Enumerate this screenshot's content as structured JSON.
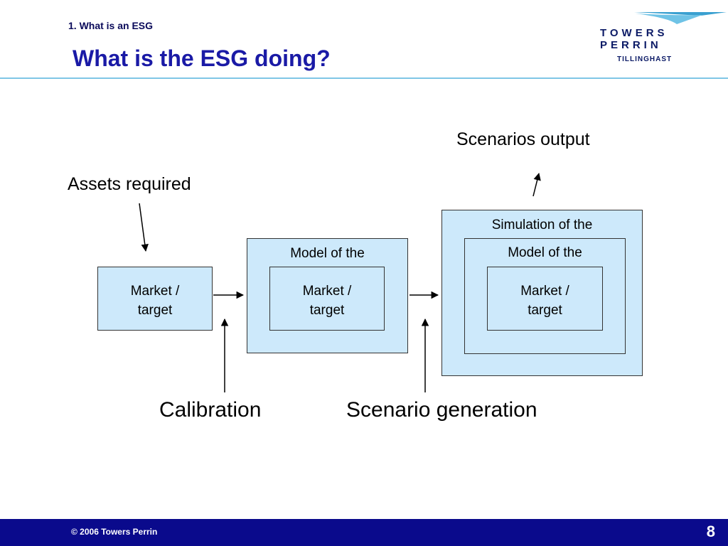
{
  "header": {
    "section": "1. What is an ESG",
    "title": "What is the ESG doing?"
  },
  "logo": {
    "line1": "TOWERS",
    "line2": "PERRIN",
    "line3": "TILLINGHAST",
    "color": "#0b1a66",
    "accent": "#3aa0d0"
  },
  "diagram": {
    "assets_required": "Assets required",
    "scenarios_output": "Scenarios output",
    "calibration": "Calibration",
    "scenario_generation": "Scenario generation",
    "box1": {
      "line1": "Market /",
      "line2": "target"
    },
    "box2": {
      "caption": "Model of the",
      "line1": "Market /",
      "line2": "target"
    },
    "box3": {
      "outer_caption": "Simulation of the",
      "caption": "Model of the",
      "line1": "Market /",
      "line2": "target"
    },
    "box_fill": "#cde9fb"
  },
  "footer": {
    "copyright": "© 2006 Towers Perrin",
    "page": "8",
    "background": "#0a0a8c"
  }
}
